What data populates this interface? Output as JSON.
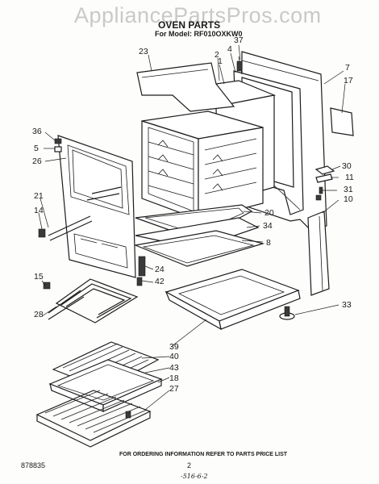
{
  "header": {
    "watermark": "AppliancePartsPros.com",
    "title": "OVEN PARTS",
    "model_label": "For Model: RF010OXKW0"
  },
  "callouts": [
    {
      "id": "37",
      "label": "37"
    },
    {
      "id": "23",
      "label": "23"
    },
    {
      "id": "2",
      "label": "2"
    },
    {
      "id": "4",
      "label": "4"
    },
    {
      "id": "1",
      "label": "1"
    },
    {
      "id": "7",
      "label": "7"
    },
    {
      "id": "17",
      "label": "17"
    },
    {
      "id": "36",
      "label": "36"
    },
    {
      "id": "5",
      "label": "5"
    },
    {
      "id": "26",
      "label": "26"
    },
    {
      "id": "30",
      "label": "30"
    },
    {
      "id": "11",
      "label": "11"
    },
    {
      "id": "31",
      "label": "31"
    },
    {
      "id": "21",
      "label": "21"
    },
    {
      "id": "10",
      "label": "10"
    },
    {
      "id": "14",
      "label": "14"
    },
    {
      "id": "20",
      "label": "20"
    },
    {
      "id": "34",
      "label": "34"
    },
    {
      "id": "8",
      "label": "8"
    },
    {
      "id": "24",
      "label": "24"
    },
    {
      "id": "42",
      "label": "42"
    },
    {
      "id": "15",
      "label": "15"
    },
    {
      "id": "33",
      "label": "33"
    },
    {
      "id": "28",
      "label": "28"
    },
    {
      "id": "39",
      "label": "39"
    },
    {
      "id": "40",
      "label": "40"
    },
    {
      "id": "43",
      "label": "43"
    },
    {
      "id": "18",
      "label": "18"
    },
    {
      "id": "27",
      "label": "27"
    }
  ],
  "footer": {
    "ordering_note": "FOR ORDERING INFORMATION REFER TO PARTS PRICE LIST",
    "doc_number": "878835",
    "page_number": "2",
    "handwritten_code": "-516-6-2"
  }
}
